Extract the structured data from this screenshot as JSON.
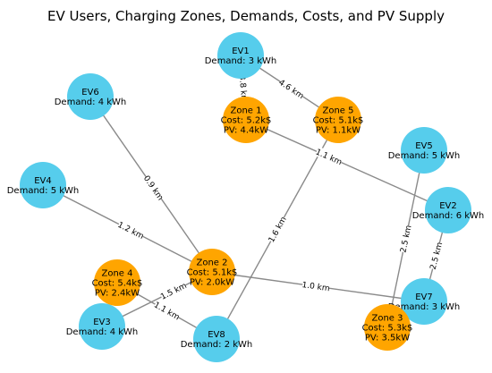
{
  "title": "EV Users, Charging Zones, Demands, Costs, and PV Supply",
  "colors": {
    "ev": "#56cdec",
    "zone": "#ffa500",
    "edge": "#8a8a8a"
  },
  "nodes": [
    {
      "id": "EV1",
      "kind": "ev",
      "lines": [
        "EV1",
        "Demand: 3 kWh"
      ]
    },
    {
      "id": "EV2",
      "kind": "ev",
      "lines": [
        "EV2",
        "Demand: 6 kWh"
      ]
    },
    {
      "id": "EV3",
      "kind": "ev",
      "lines": [
        "EV3",
        "Demand: 4 kWh"
      ]
    },
    {
      "id": "EV4",
      "kind": "ev",
      "lines": [
        "EV4",
        "Demand: 5 kWh"
      ]
    },
    {
      "id": "EV5",
      "kind": "ev",
      "lines": [
        "EV5",
        "Demand: 5 kWh"
      ]
    },
    {
      "id": "EV6",
      "kind": "ev",
      "lines": [
        "EV6",
        "Demand: 4 kWh"
      ]
    },
    {
      "id": "EV7",
      "kind": "ev",
      "lines": [
        "EV7",
        "Demand: 3 kWh"
      ]
    },
    {
      "id": "EV8",
      "kind": "ev",
      "lines": [
        "EV8",
        "Demand: 2 kWh"
      ]
    },
    {
      "id": "Z1",
      "kind": "zone",
      "lines": [
        "Zone 1",
        "Cost: 5.2k$",
        "PV: 4.4kW"
      ]
    },
    {
      "id": "Z2",
      "kind": "zone",
      "lines": [
        "Zone 2",
        "Cost: 5.1k$",
        "PV: 2.0kW"
      ]
    },
    {
      "id": "Z3",
      "kind": "zone",
      "lines": [
        "Zone 3",
        "Cost: 5.3k$",
        "PV: 3.5kW"
      ]
    },
    {
      "id": "Z4",
      "kind": "zone",
      "lines": [
        "Zone 4",
        "Cost: 5.4k$",
        "PV: 2.4kW"
      ]
    },
    {
      "id": "Z5",
      "kind": "zone",
      "lines": [
        "Zone 5",
        "Cost: 5.1k$",
        "PV: 1.1kW"
      ]
    }
  ],
  "edges": [
    {
      "from": "EV1",
      "to": "Z1",
      "label": "3.8 km"
    },
    {
      "from": "EV1",
      "to": "Z5",
      "label": "4.6 km"
    },
    {
      "from": "Z1",
      "to": "EV2",
      "label": "1.1 km"
    },
    {
      "from": "EV6",
      "to": "Z2",
      "label": "0.9 km"
    },
    {
      "from": "EV4",
      "to": "Z2",
      "label": "1.2 km"
    },
    {
      "from": "Z5",
      "to": "EV8",
      "label": "1.6 km"
    },
    {
      "from": "EV5",
      "to": "Z3",
      "label": "2.5 km"
    },
    {
      "from": "EV2",
      "to": "EV7",
      "label": "2.5 km"
    },
    {
      "from": "Z2",
      "to": "EV7",
      "label": "1.0 km"
    },
    {
      "from": "EV3",
      "to": "Z2",
      "label": "1.5 km"
    },
    {
      "from": "Z4",
      "to": "EV8",
      "label": "1.1 km"
    }
  ]
}
